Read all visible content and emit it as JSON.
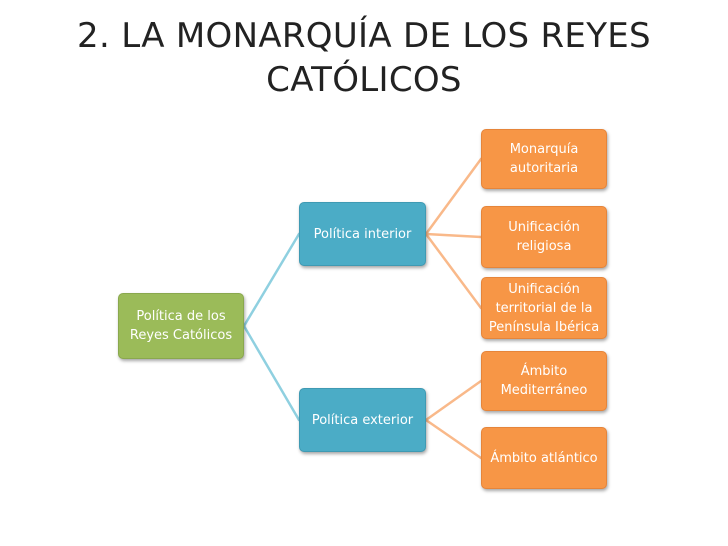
{
  "slide": {
    "title_line1": "2. LA MONARQUÍA DE LOS REYES",
    "title_line2": "CATÓLICOS"
  },
  "diagram": {
    "root": {
      "line1": "Política de los",
      "line2": "Reyes Católicos"
    },
    "interior": {
      "label": "Política interior"
    },
    "exterior": {
      "label": "Política exterior"
    },
    "monarquia": {
      "line1": "Monarquía",
      "line2": "autoritaria"
    },
    "unificacion_religiosa": {
      "line1": "Unificación",
      "line2": "religiosa"
    },
    "unificacion_territorial": {
      "line1": "Unificación",
      "line2": "territorial de la",
      "line3": "Península Ibérica"
    },
    "mediterraneo": {
      "line1": "Ámbito",
      "line2": "Mediterráneo"
    },
    "atlantico": {
      "label": "Ámbito atlántico"
    }
  },
  "colors": {
    "root": "#9bbb59",
    "level1": "#4bacc6",
    "level2": "#f79646",
    "connector_blue": "#8fd0e0",
    "connector_orange": "#f9b98a"
  }
}
